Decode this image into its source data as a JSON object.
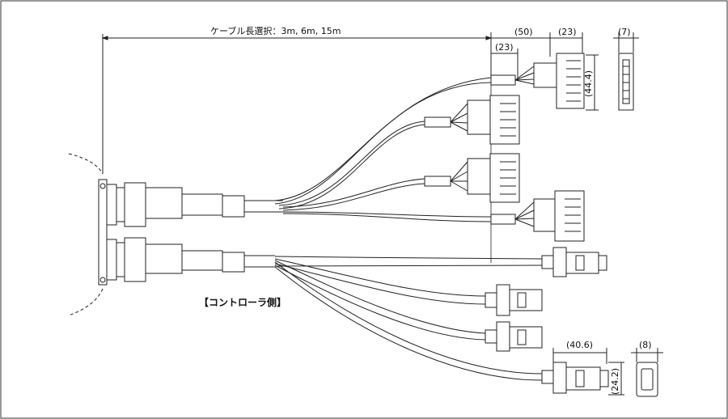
{
  "title_cable_length": "ケーブル長選択：3m, 6m, 15m",
  "controller_side_label": "【コントローラ側】",
  "dims": {
    "d50": "(50)",
    "d23_top": "(23)",
    "d23_left": "(23)",
    "d7": "(7)",
    "d44_4": "(44.4)",
    "d40_6": "(40.6)",
    "d8": "(8)",
    "d24_2": "(24.2)"
  },
  "colors": {
    "line": "#222222",
    "frame": "#333333",
    "fill": "#ffffff"
  }
}
